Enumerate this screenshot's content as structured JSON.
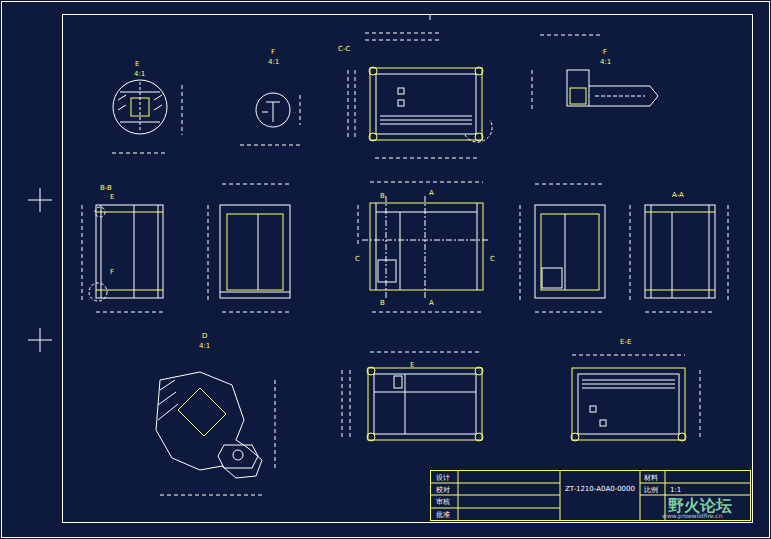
{
  "diagram": {
    "labels": [
      "E",
      "4:1",
      "F",
      "4:1",
      "C-C",
      "F",
      "4:1",
      "B-B",
      "A-A",
      "D",
      "4:1",
      "E-E",
      "E",
      "F",
      "B",
      "B",
      "A",
      "A",
      "C",
      "C",
      "E",
      "设计",
      "校对",
      "审核",
      "批准",
      "ZT-1210-A0A0-0000",
      "材料",
      "比例",
      "1:1",
      "野火论坛",
      "www.proewildfire.cn"
    ]
  }
}
